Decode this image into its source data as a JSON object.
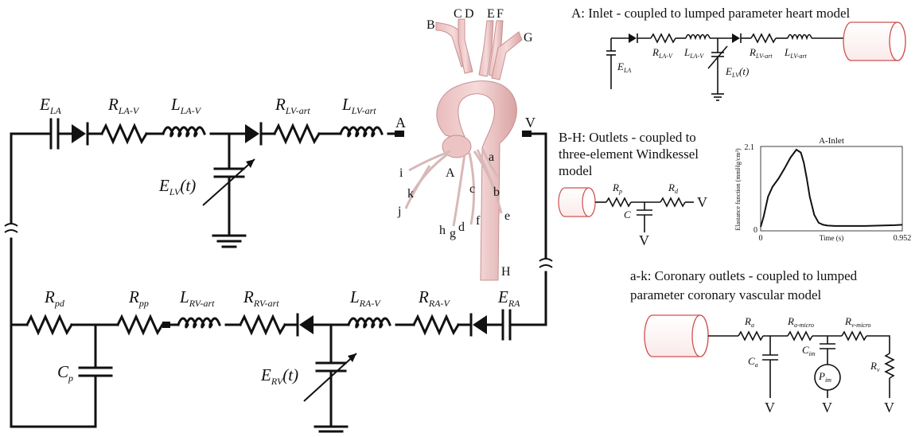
{
  "main_circuit": {
    "E_LA": "E",
    "E_LA_sub": "LA",
    "R_LAV": "R",
    "R_LAV_sub": "LA-V",
    "L_LAV": "L",
    "L_LAV_sub": "LA-V",
    "R_LVart": "R",
    "R_LVart_sub": "LV-art",
    "L_LVart": "L",
    "L_LVart_sub": "LV-art",
    "node_A": "A",
    "node_V": "V",
    "E_LV": "E",
    "E_LV_sub": "LV",
    "E_LV_t": "(t)",
    "R_pd": "R",
    "R_pd_sub": "pd",
    "R_pp": "R",
    "R_pp_sub": "pp",
    "L_RVart": "L",
    "L_RVart_sub": "RV-art",
    "R_RVart": "R",
    "R_RVart_sub": "RV-art",
    "L_RAV": "L",
    "L_RAV_sub": "RA-V",
    "R_RAV": "R",
    "R_RAV_sub": "RA-V",
    "E_RA": "E",
    "E_RA_sub": "RA",
    "C_p": "C",
    "C_p_sub": "p",
    "E_RV": "E",
    "E_RV_sub": "RV",
    "E_RV_t": "(t)"
  },
  "aorta": {
    "labels": [
      "B",
      "C",
      "D",
      "E",
      "F",
      "G",
      "H",
      "A",
      "a",
      "b",
      "c",
      "d",
      "e",
      "f",
      "g",
      "h",
      "i",
      "j",
      "k"
    ]
  },
  "inlet_panel": {
    "title": "A: Inlet - coupled to lumped parameter heart model",
    "E_LA": "E",
    "E_LA_sub": "LA",
    "R_LAV": "R",
    "R_LAV_sub": "LA-V",
    "L_LAV": "L",
    "L_LAV_sub": "LA-V",
    "R_LVart": "R",
    "R_LVart_sub": "LV-art",
    "L_LVart": "L",
    "L_LVart_sub": "LV-art",
    "E_LV": "E",
    "E_LV_sub": "LV",
    "E_LV_t": "(t)"
  },
  "outlet_panel": {
    "title_line1": "B-H: Outlets - coupled to",
    "title_line2": "three-element Windkessel",
    "title_line3": "model",
    "R_p": "R",
    "R_p_sub": "p",
    "R_d": "R",
    "R_d_sub": "d",
    "C": "C",
    "V_right": "V",
    "V_bottom": "V"
  },
  "chart_data": {
    "type": "line",
    "title": "A-Inlet",
    "xlabel": "Time (s)",
    "ylabel": "Elastance function (mmHg/cm³)",
    "x_ticks": [
      "0",
      "0.952"
    ],
    "y_ticks": [
      "0",
      "2.1"
    ],
    "xlim": [
      0,
      0.952
    ],
    "ylim": [
      0,
      2.1
    ],
    "series": [
      {
        "x": [
          0.0,
          0.02,
          0.05,
          0.08,
          0.12,
          0.16,
          0.2,
          0.24,
          0.27,
          0.29,
          0.31,
          0.33,
          0.36,
          0.39,
          0.42,
          0.45,
          0.5,
          0.6,
          0.7,
          0.8,
          0.9,
          0.952
        ],
        "y": [
          0.1,
          0.35,
          0.85,
          1.1,
          1.3,
          1.55,
          1.82,
          2.02,
          1.95,
          1.7,
          1.3,
          0.85,
          0.4,
          0.2,
          0.15,
          0.13,
          0.12,
          0.12,
          0.12,
          0.13,
          0.14,
          0.15
        ]
      }
    ]
  },
  "coronary_panel": {
    "title_line1": "a-k: Coronary outlets - coupled to lumped",
    "title_line2": "parameter coronary vascular model",
    "R_a": "R",
    "R_a_sub": "a",
    "R_amicro": "R",
    "R_amicro_sub": "a-micro",
    "R_vmicro": "R",
    "R_vmicro_sub": "v-micro",
    "C_a": "C",
    "C_a_sub": "a",
    "C_im": "C",
    "C_im_sub": "im",
    "P_im": "P",
    "P_im_sub": "im",
    "R_v": "R",
    "R_v_sub": "v",
    "V1": "V",
    "V2": "V",
    "V3": "V"
  }
}
